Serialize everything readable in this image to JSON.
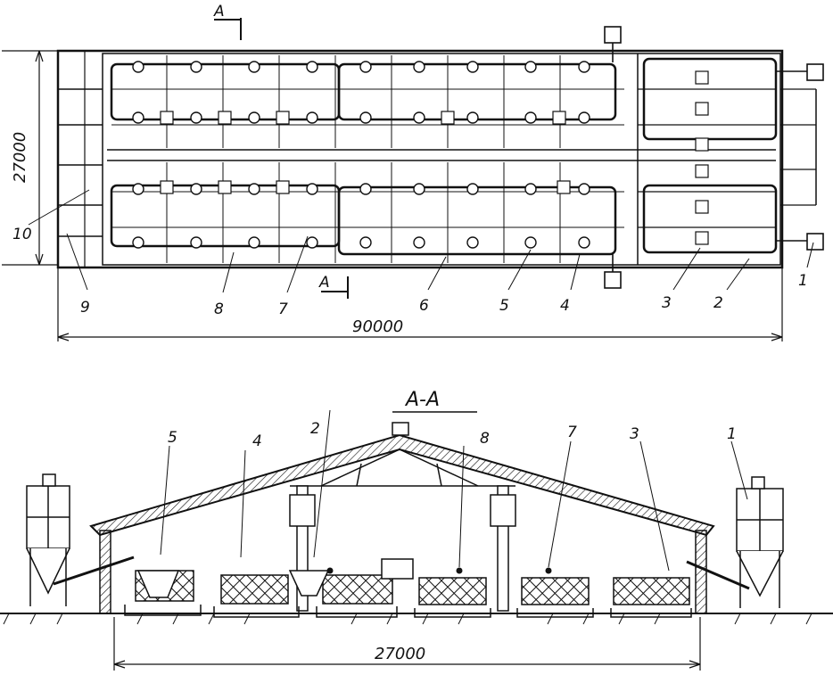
{
  "plan": {
    "section_mark": "А",
    "length_dimension": "90000",
    "width_dimension": "27000",
    "callouts": [
      "1",
      "2",
      "3",
      "4",
      "5",
      "6",
      "7",
      "8",
      "9",
      "10"
    ]
  },
  "section": {
    "title": "А-А",
    "width_dimension": "27000",
    "callouts": [
      "5",
      "4",
      "2",
      "8",
      "7",
      "3",
      "1"
    ]
  }
}
